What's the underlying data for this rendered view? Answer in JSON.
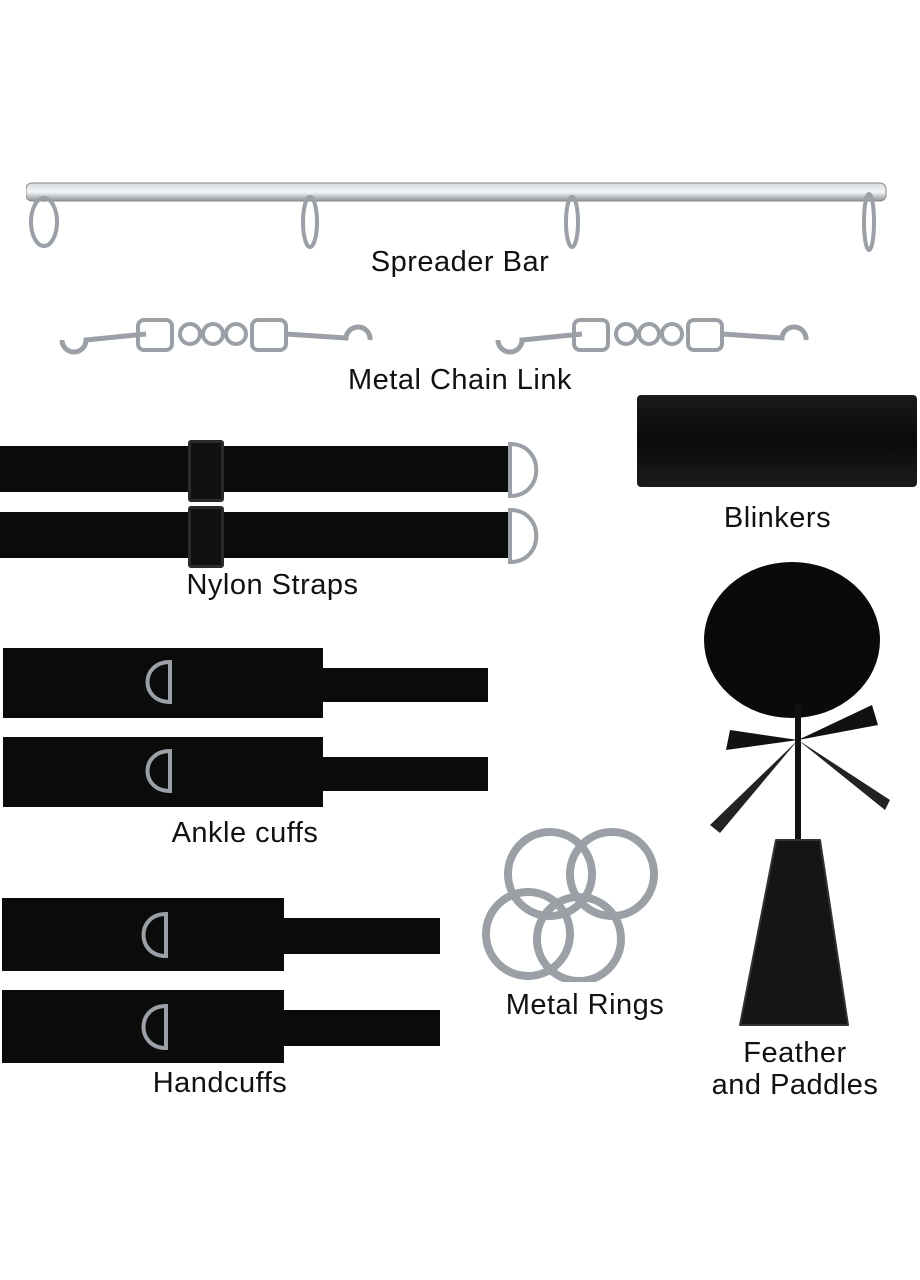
{
  "labels": {
    "spreader_bar": "Spreader Bar",
    "chain_link": "Metal Chain Link",
    "blinkers": "Blinkers",
    "nylon_straps": "Nylon Straps",
    "ankle_cuffs": "Ankle cuffs",
    "metal_rings": "Metal Rings",
    "handcuffs": "Handcuffs",
    "feather_paddles_line1": "Feather",
    "feather_paddles_line2": "and Paddles"
  },
  "colors": {
    "background": "#ffffff",
    "text": "#111111",
    "black_item": "#0b0b0b",
    "metal": "#9aa0a6"
  }
}
